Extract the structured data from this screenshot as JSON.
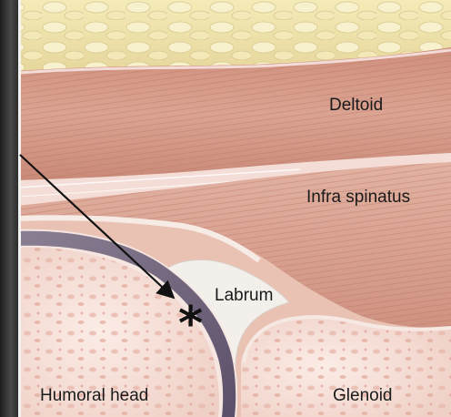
{
  "labels": {
    "deltoid": "Deltoid",
    "infra_spinatus": "Infra spinatus",
    "labrum": "Labrum",
    "humoral_head": "Humoral head",
    "glenoid": "Glenoid"
  },
  "marker": "*",
  "colors": {
    "fat": "#efe4a8",
    "muscle": "#d59a86",
    "bone": "#f4dad2",
    "cartilage": "#6e6079",
    "labrum": "#f2efea",
    "left_bar": "#2a2a2a"
  }
}
